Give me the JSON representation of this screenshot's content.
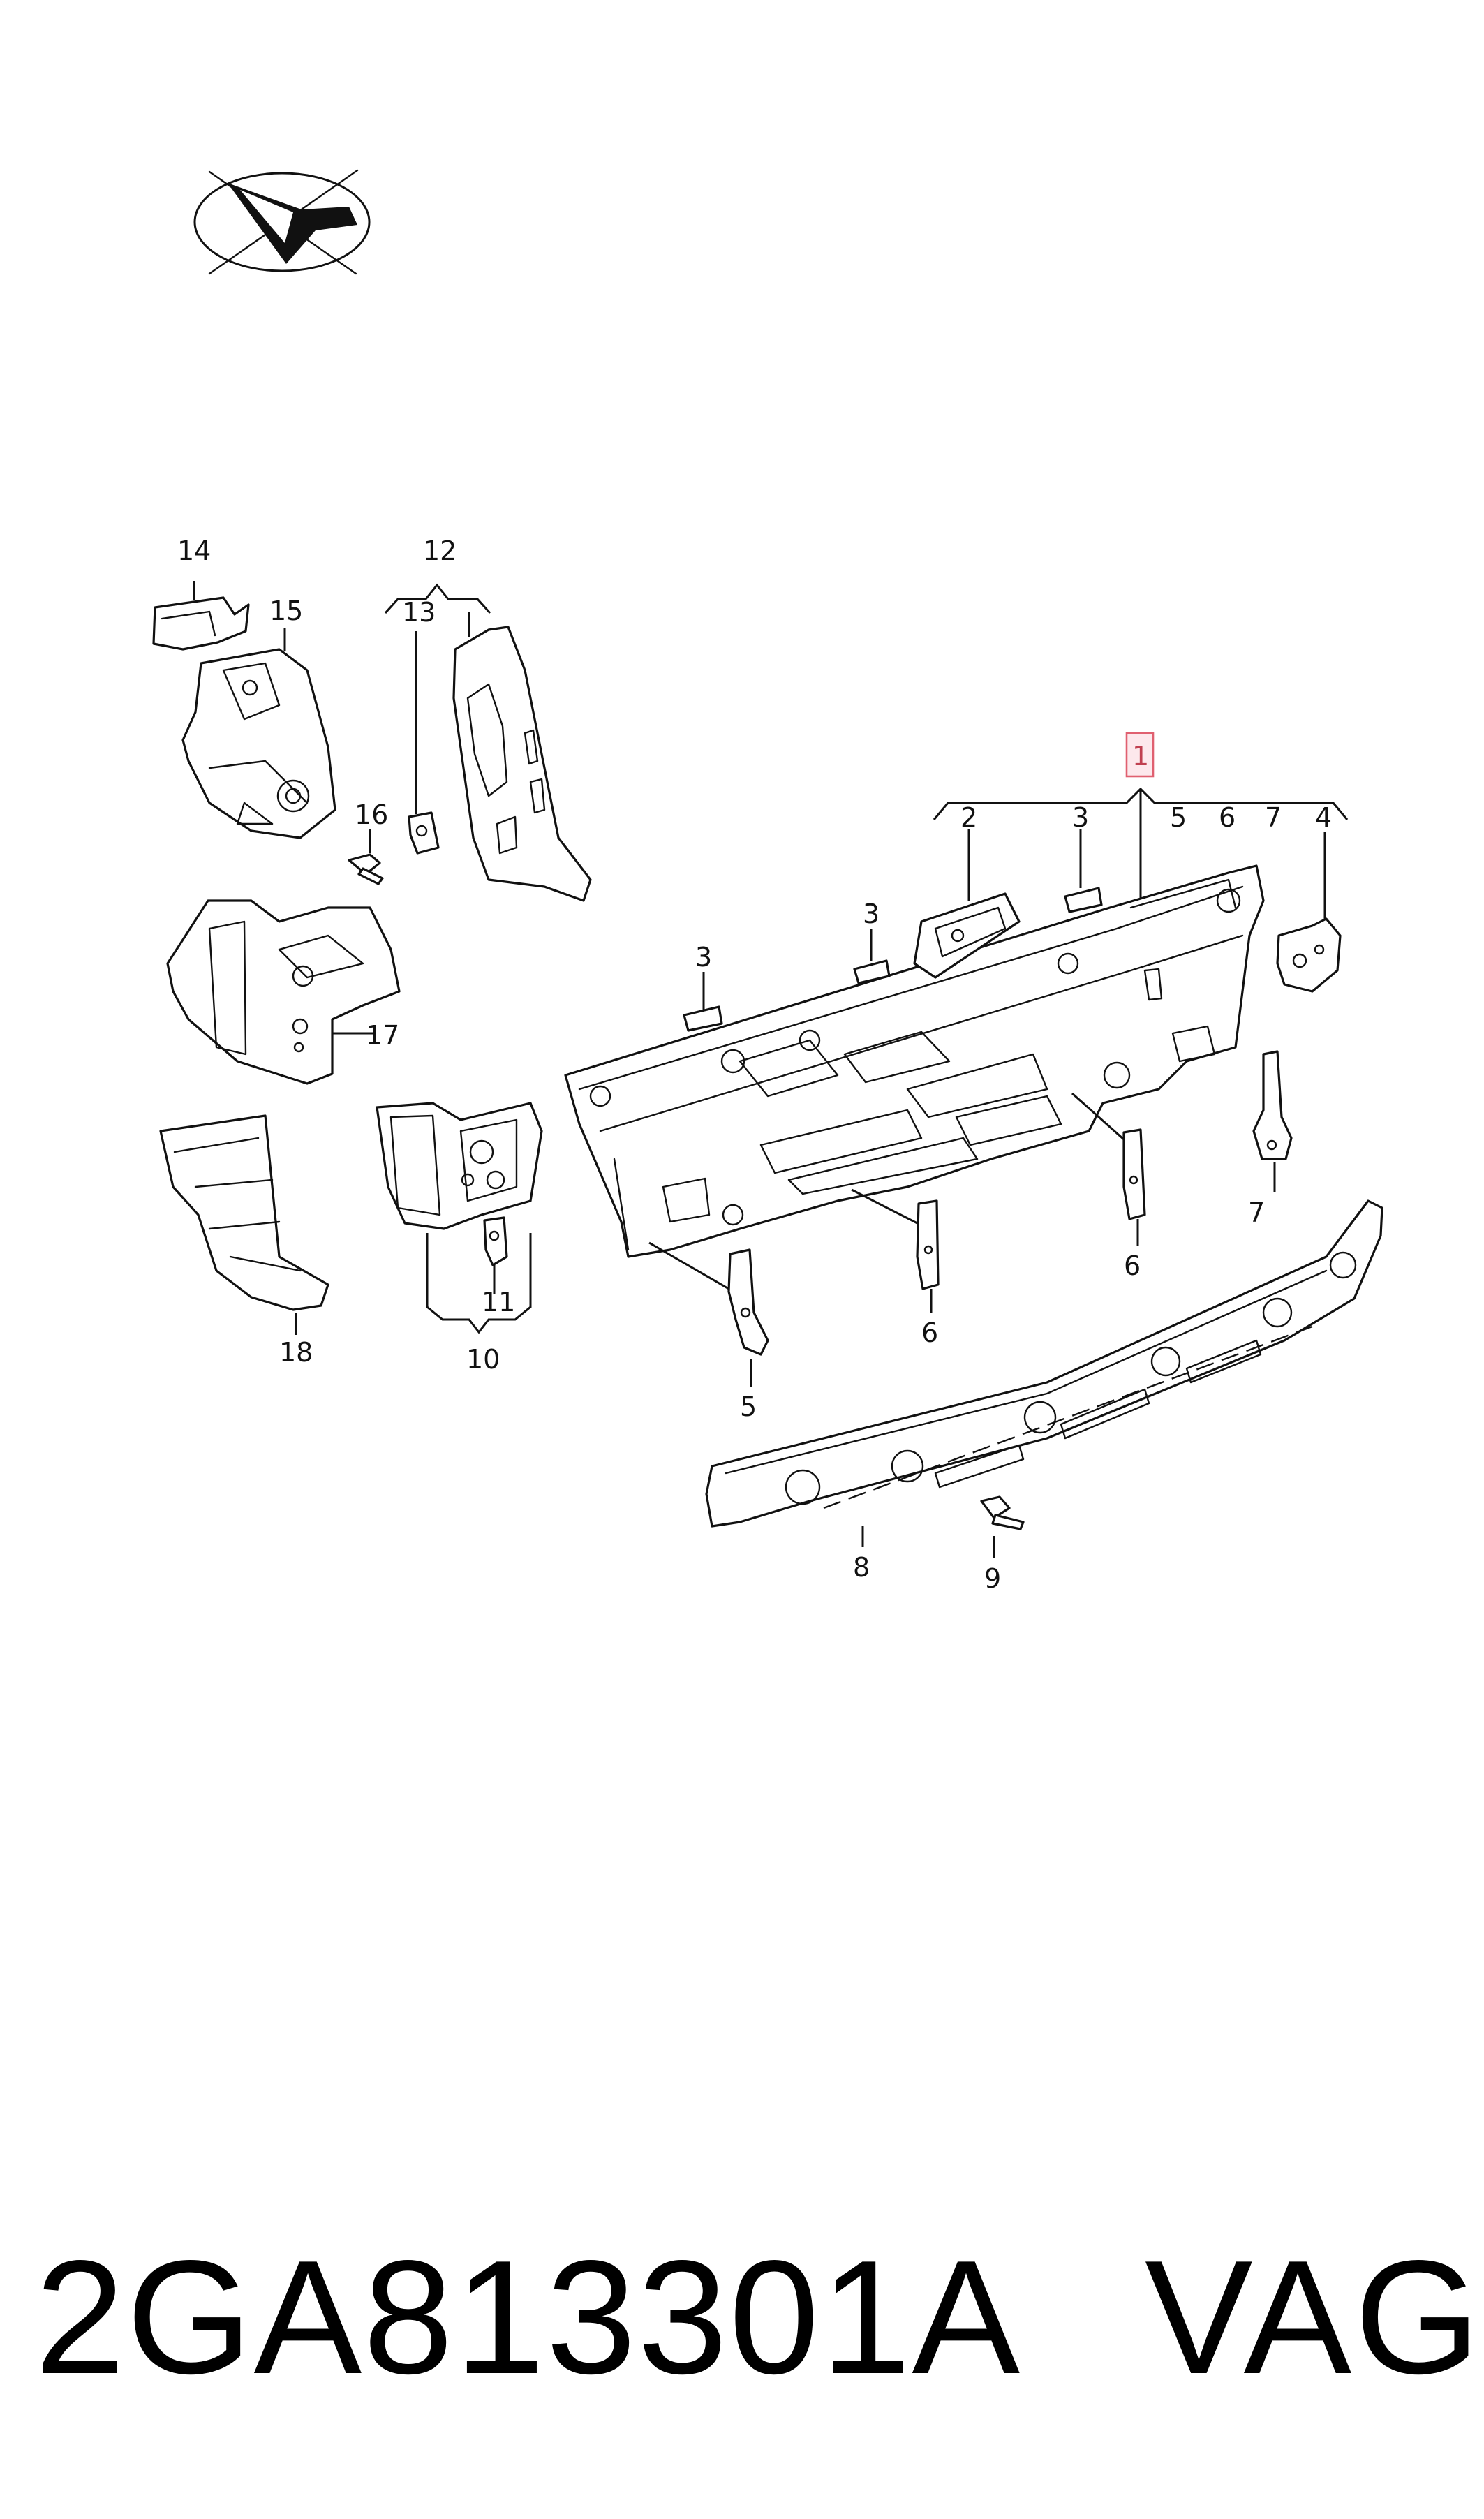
{
  "diagram": {
    "highlight_color": "#e06070",
    "callouts": {
      "c1": "1",
      "c2": "2",
      "c3a": "3",
      "c3b": "3",
      "c3c": "3",
      "c4": "4",
      "c5a": "5",
      "c5b": "5",
      "c6a": "6",
      "c6b": "6",
      "c6c": "6",
      "c7a": "7",
      "c7b": "7",
      "c8": "8",
      "c9": "9",
      "c10": "10",
      "c11": "11",
      "c12": "12",
      "c13": "13",
      "c14": "14",
      "c15": "15",
      "c16": "16",
      "c17": "17",
      "c18": "18"
    }
  },
  "footer": {
    "part_number": "2GA813301A",
    "brand": "VAG"
  }
}
